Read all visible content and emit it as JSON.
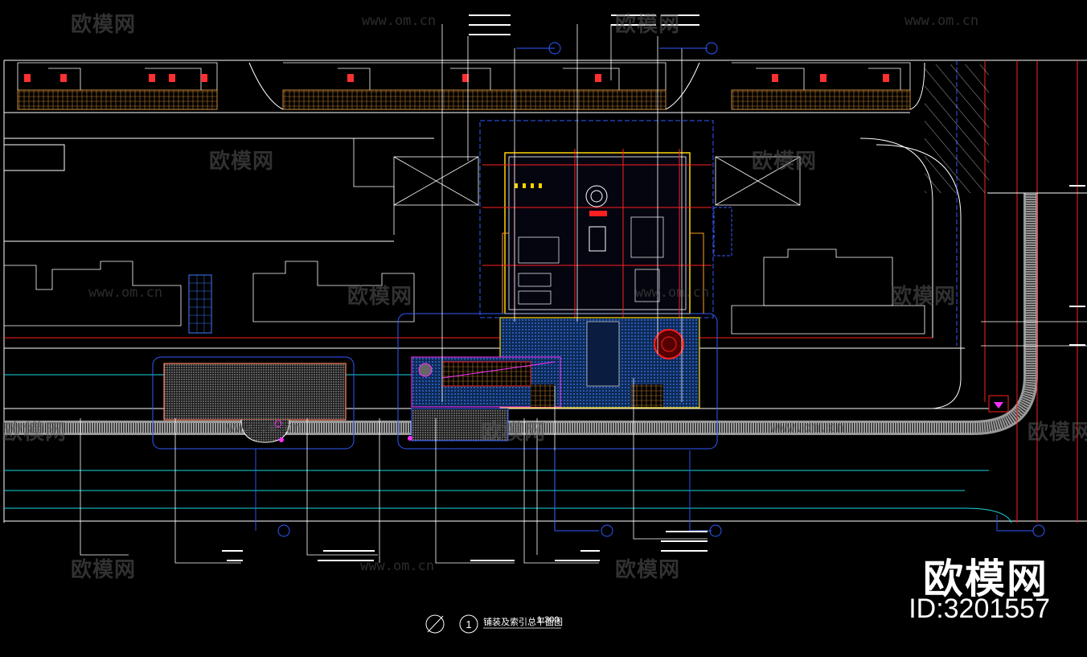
{
  "drawing": {
    "title": "铺装及索引总平面图",
    "scale": "1:300",
    "detail_number": "1"
  },
  "watermark": {
    "brand": "欧模网",
    "url": "www.om.cn",
    "id": "ID:3201557"
  },
  "colors": {
    "background": "#000000",
    "white": "#ffffff",
    "red": "#ff2020",
    "blue": "#2f5bff",
    "cyan": "#18d6e0",
    "yellow": "#ffd400",
    "magenta": "#ff30ff",
    "orange": "#ff9a2a",
    "green": "#2bff5a",
    "gray": "#8a8a8a"
  }
}
